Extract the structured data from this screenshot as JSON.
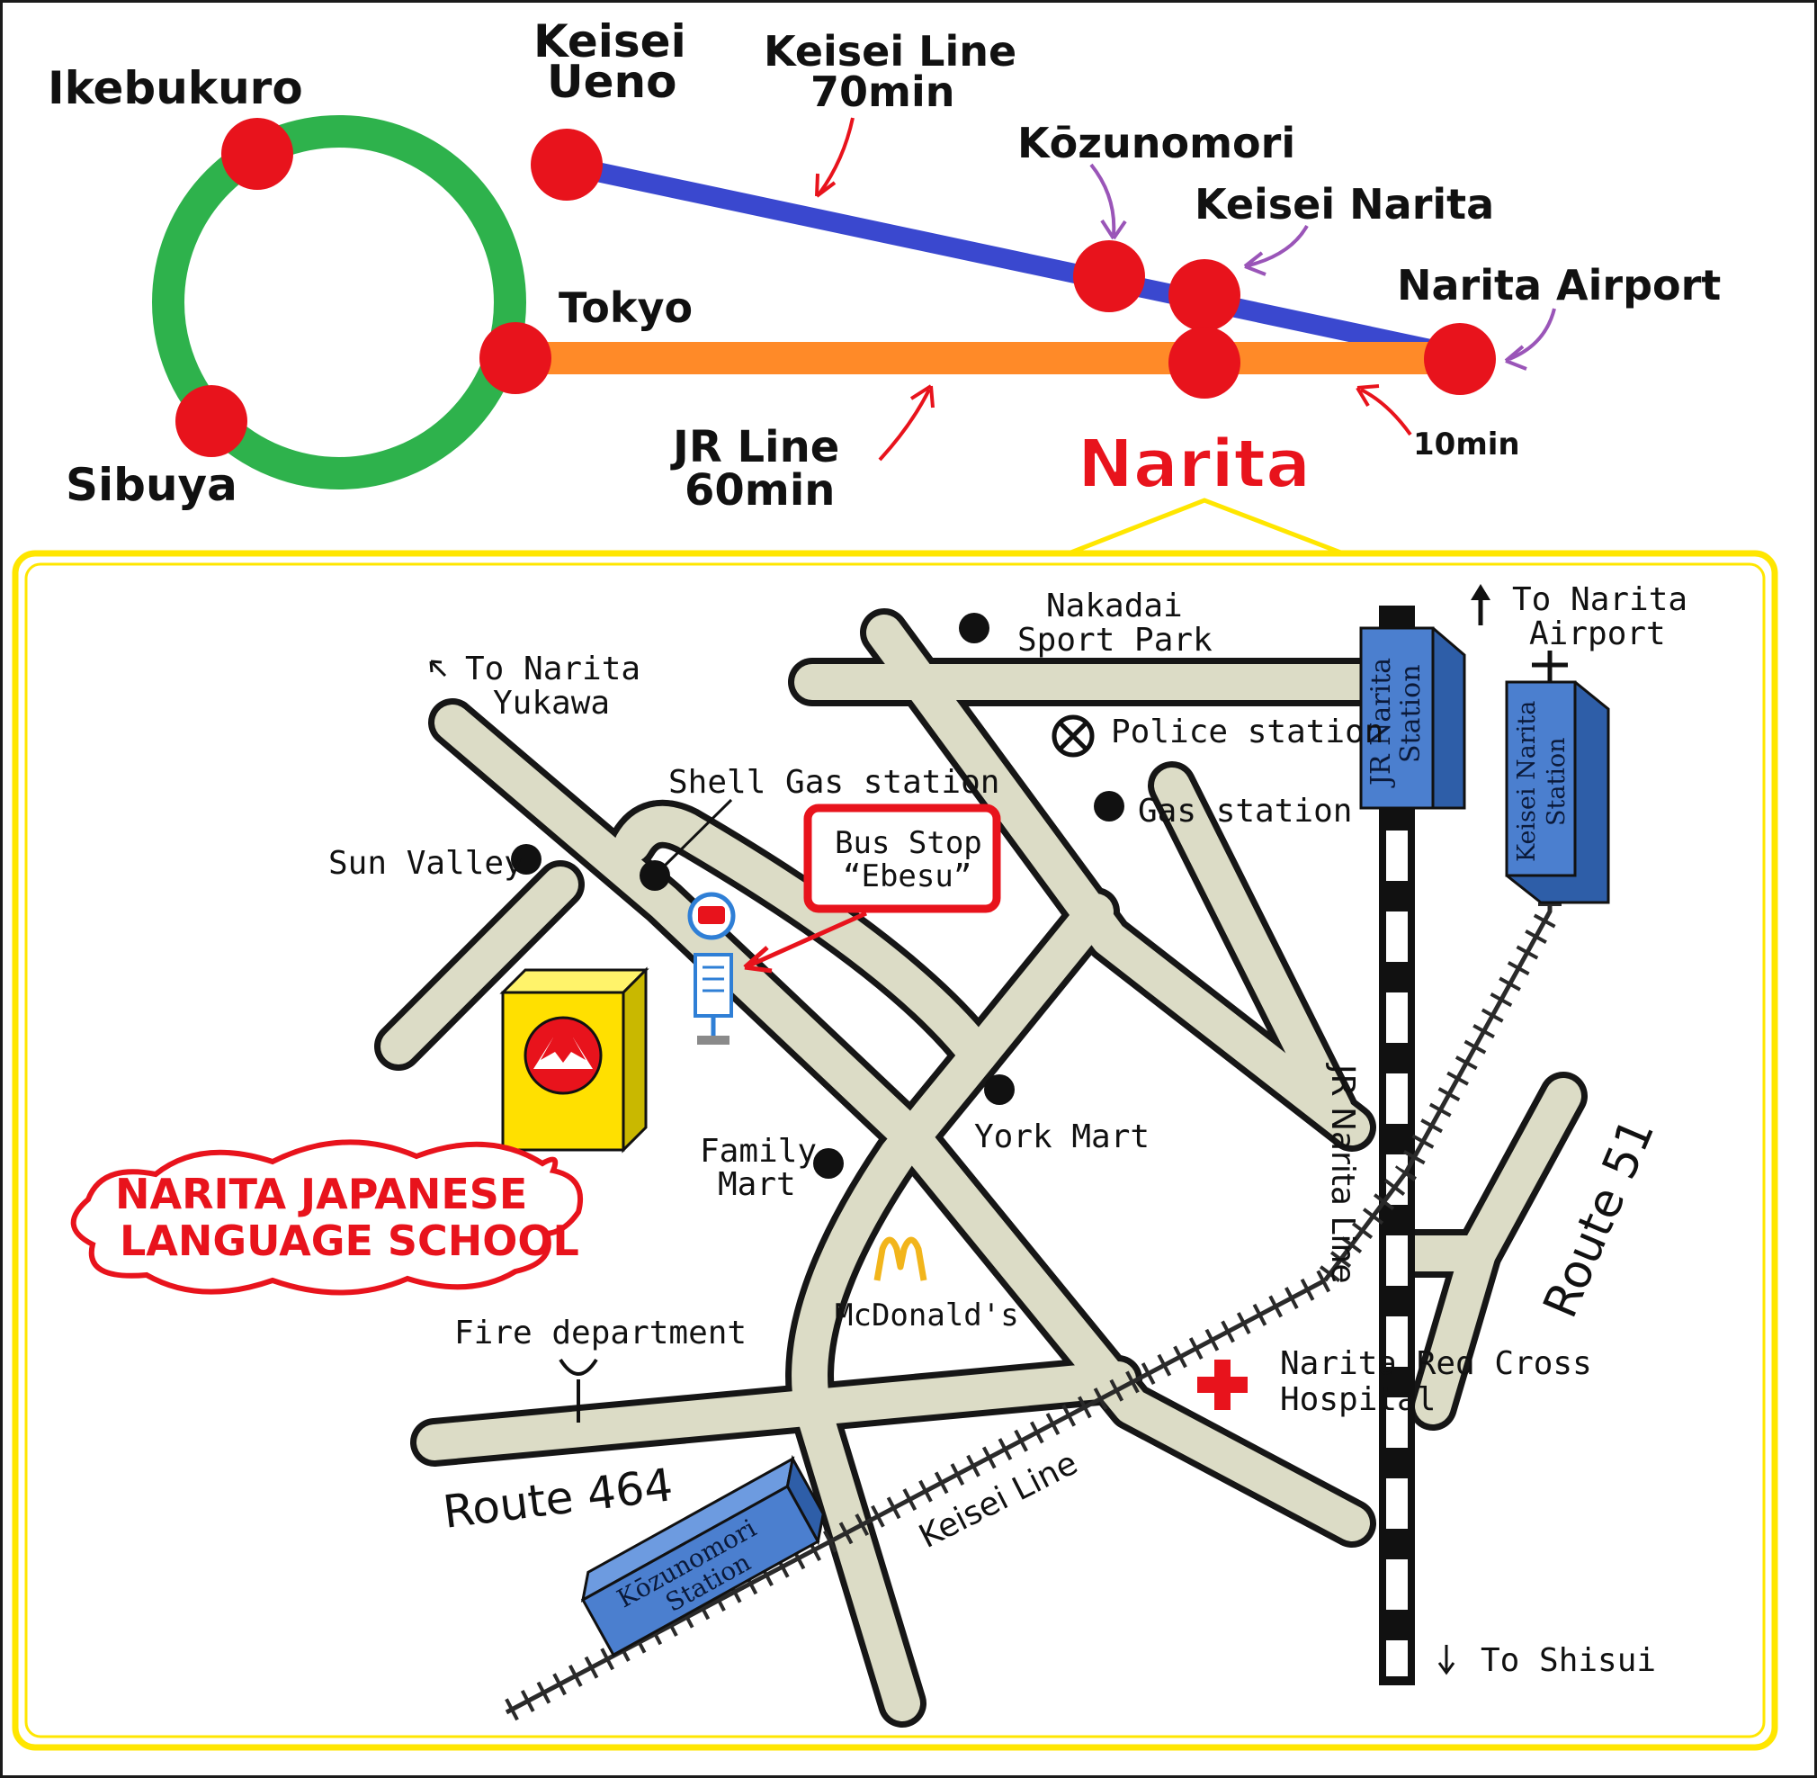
{
  "colors": {
    "loop_line": "#2eb24c",
    "keisei_line": "#3a48cf",
    "jr_line": "#ff8a28",
    "station_dot": "#e8131c",
    "arrow_red": "#e8131c",
    "arrow_purple": "#9a55b8",
    "frame_yellow": "#ffe600",
    "road_fill": "#dcdcc6",
    "station_block": "#4b7fcf",
    "school_yellow": "#ffe000",
    "hospital_red": "#e8131c",
    "mcdonalds_yellow": "#f2b51b"
  },
  "overview": {
    "stations": {
      "ikebukuro": "Ikebukuro",
      "keisei_ueno_1": "Keisei",
      "keisei_ueno_2": "Ueno",
      "kozunomori": "Kōzunomori",
      "keisei_narita": "Keisei Narita",
      "narita_airport": "Narita Airport",
      "tokyo": "Tokyo",
      "sibuya": "Sibuya"
    },
    "keisei_line_name": "Keisei Line",
    "keisei_line_time": "70min",
    "jr_line_name": "JR Line",
    "jr_line_time": "60min",
    "airport_time": "10min",
    "area_title": "Narita"
  },
  "map": {
    "north_arrow_label_1": "To Narita",
    "north_arrow_label_2": "Airport",
    "to_yukawa_1": "To Narita",
    "to_yukawa_2": "Yukawa",
    "to_shisui": "To Shisui",
    "nakadai_1": "Nakadai",
    "nakadai_2": "Sport Park",
    "police": "Police station",
    "gas_station": "Gas station",
    "shell": "Shell Gas station",
    "sun_valley": "Sun Valley",
    "bus_stop_1": "Bus Stop",
    "bus_stop_2": "“Ebesu”",
    "york_mart": "York Mart",
    "family_mart_1": "Family",
    "family_mart_2": "Mart",
    "mcdonalds": "McDonald's",
    "fire_dept": "Fire department",
    "red_cross_1": "Narita Red Cross",
    "red_cross_2": "Hospital",
    "route_464": "Route 464",
    "route_51": "Route 51",
    "keisei_line": "Keisei Line",
    "jr_narita_line": "JR Narita Line",
    "jr_narita_station_1": "JR Narita",
    "jr_narita_station_2": "Station",
    "keisei_narita_station_1": "Keisei Narita",
    "keisei_narita_station_2": "Station",
    "kozunomori_station_1": "Kōzunomori",
    "kozunomori_station_2": "Station",
    "school_1": "NARITA JAPANESE",
    "school_2": "LANGUAGE SCHOOL"
  }
}
